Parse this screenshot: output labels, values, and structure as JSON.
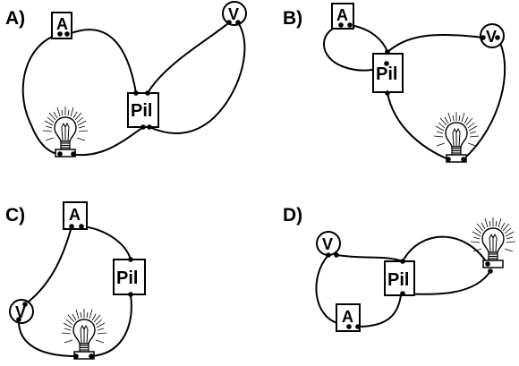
{
  "labels": {
    "ammeter": "A",
    "voltmeter": "V",
    "battery": "Pil"
  },
  "panels": [
    {
      "id": "A",
      "label": "A)"
    },
    {
      "id": "B",
      "label": "B)"
    },
    {
      "id": "C",
      "label": "C)"
    },
    {
      "id": "D",
      "label": "D)"
    }
  ],
  "components": [
    "ammeter",
    "voltmeter",
    "battery",
    "bulb"
  ],
  "colors": {
    "stroke": "#000000",
    "background": "#ffffff"
  }
}
